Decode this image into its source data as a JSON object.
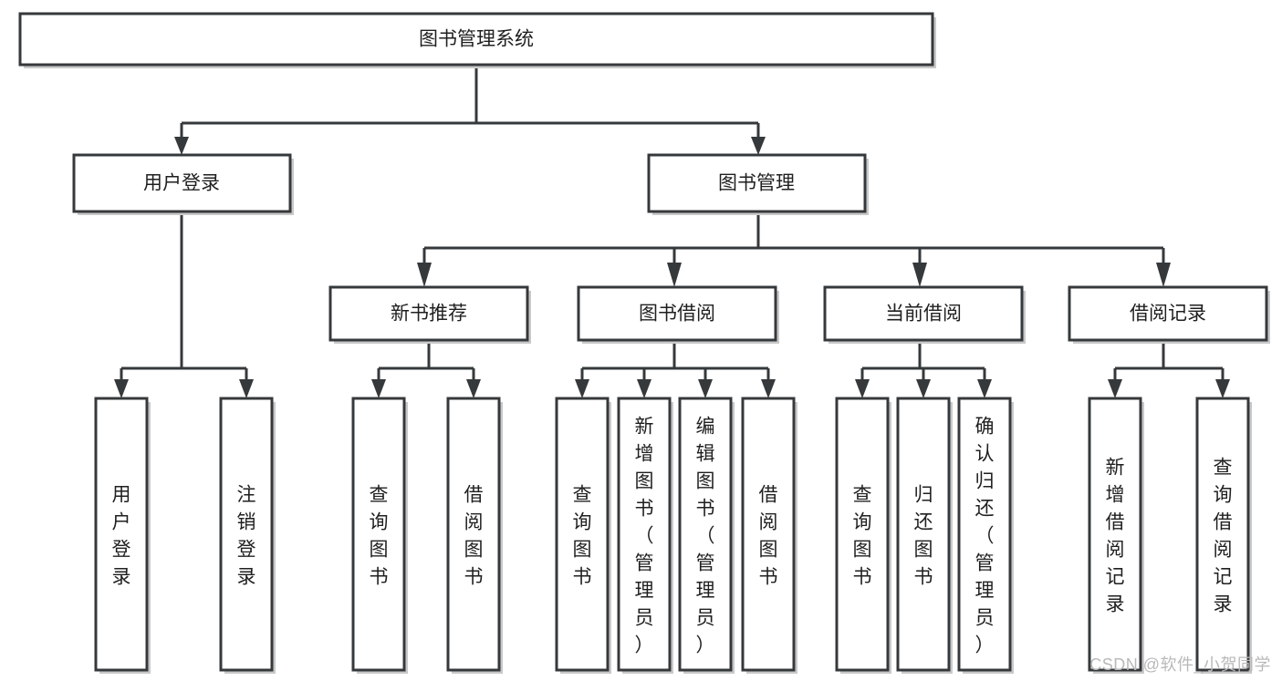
{
  "diagram": {
    "title": "图书管理系统",
    "type": "tree",
    "watermark": "CSDN @软件_小贺同学",
    "colors": {
      "stroke": "#36393b",
      "fill": "#ffffff",
      "shadow": "#c9c9c9",
      "text": "#1f1f1f",
      "watermark": "#b9b9b9"
    },
    "levels": [
      {
        "level": 0,
        "nodes": [
          {
            "id": "root",
            "label": "图书管理系统",
            "orientation": "horizontal"
          }
        ]
      },
      {
        "level": 1,
        "nodes": [
          {
            "id": "user-login",
            "label": "用户登录",
            "orientation": "horizontal",
            "parent": "root"
          },
          {
            "id": "book-manage",
            "label": "图书管理",
            "orientation": "horizontal",
            "parent": "root"
          }
        ]
      },
      {
        "level": 2,
        "nodes": [
          {
            "id": "new-book-rec",
            "label": "新书推荐",
            "orientation": "horizontal",
            "parent": "book-manage"
          },
          {
            "id": "book-borrow",
            "label": "图书借阅",
            "orientation": "horizontal",
            "parent": "book-manage"
          },
          {
            "id": "current-borrow",
            "label": "当前借阅",
            "orientation": "horizontal",
            "parent": "book-manage"
          },
          {
            "id": "borrow-record",
            "label": "借阅记录",
            "orientation": "horizontal",
            "parent": "book-manage"
          }
        ]
      },
      {
        "level": 3,
        "nodes": [
          {
            "id": "leaf-user-login",
            "label": "用户登录",
            "orientation": "vertical",
            "parent": "user-login"
          },
          {
            "id": "leaf-logout",
            "label": "注销登录",
            "orientation": "vertical",
            "parent": "user-login"
          },
          {
            "id": "leaf-query-book-1",
            "label": "查询图书",
            "orientation": "vertical",
            "parent": "new-book-rec"
          },
          {
            "id": "leaf-borrow-book-1",
            "label": "借阅图书",
            "orientation": "vertical",
            "parent": "new-book-rec"
          },
          {
            "id": "leaf-query-book-2",
            "label": "查询图书",
            "orientation": "vertical",
            "parent": "book-borrow"
          },
          {
            "id": "leaf-add-book",
            "label": "新增图书（管理员）",
            "orientation": "vertical",
            "parent": "book-borrow"
          },
          {
            "id": "leaf-edit-book",
            "label": "编辑图书（管理员）",
            "orientation": "vertical",
            "parent": "book-borrow"
          },
          {
            "id": "leaf-borrow-book-2",
            "label": "借阅图书",
            "orientation": "vertical",
            "parent": "book-borrow"
          },
          {
            "id": "leaf-query-book-3",
            "label": "查询图书",
            "orientation": "vertical",
            "parent": "current-borrow"
          },
          {
            "id": "leaf-return-book",
            "label": "归还图书",
            "orientation": "vertical",
            "parent": "current-borrow"
          },
          {
            "id": "leaf-confirm-return",
            "label": "确认归还（管理员）",
            "orientation": "vertical",
            "parent": "current-borrow"
          },
          {
            "id": "leaf-add-record",
            "label": "新增借阅记录",
            "orientation": "vertical",
            "parent": "borrow-record"
          },
          {
            "id": "leaf-query-record",
            "label": "查询借阅记录",
            "orientation": "vertical",
            "parent": "borrow-record"
          }
        ]
      }
    ]
  }
}
